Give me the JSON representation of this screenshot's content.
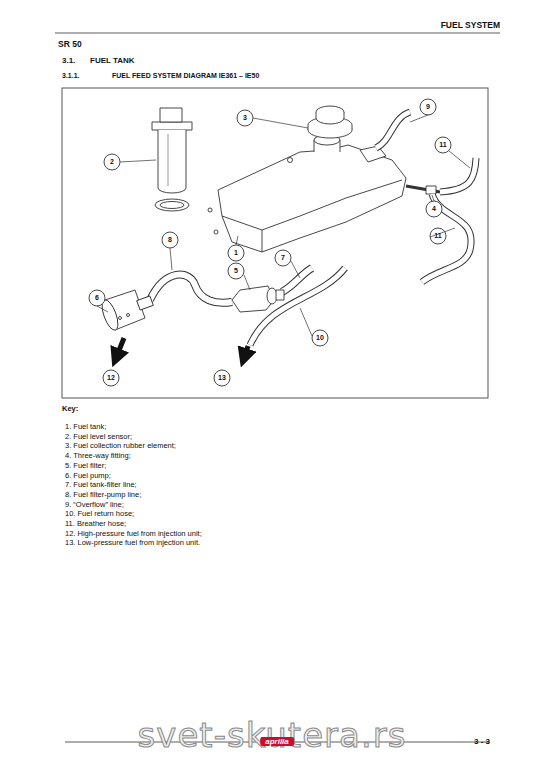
{
  "diagram": {
    "labels": [
      "FUEL SYSTEM",
      "SR 50",
      "3.1.",
      "FUEL TANK",
      "3.1.1.",
      "FUEL FEED SYSTEM DIAGRAM IE361 – IE50",
      "3",
      "9",
      "2",
      "11",
      "4",
      "11",
      "8",
      "1",
      "7",
      "5",
      "6",
      "10",
      "12",
      "13",
      "Key:",
      "1. Fuel tank;",
      "2. Fuel level sensor;",
      "3. Fuel collection rubber element;",
      "4. Three-way fitting;",
      "5. Fuel filter;",
      "6. Fuel pump;",
      "7. Fuel tank-filter line;",
      "8. Fuel filter-pump line;",
      "9. “Overflow” line;",
      "10. Fuel return hose;",
      "11. Breather hose;",
      "12. High-pressure fuel from injection unit;",
      "13. Low-pressure fuel from injection unit.",
      "svet-skutera.rs",
      "aprilia",
      "3 - 3"
    ]
  }
}
